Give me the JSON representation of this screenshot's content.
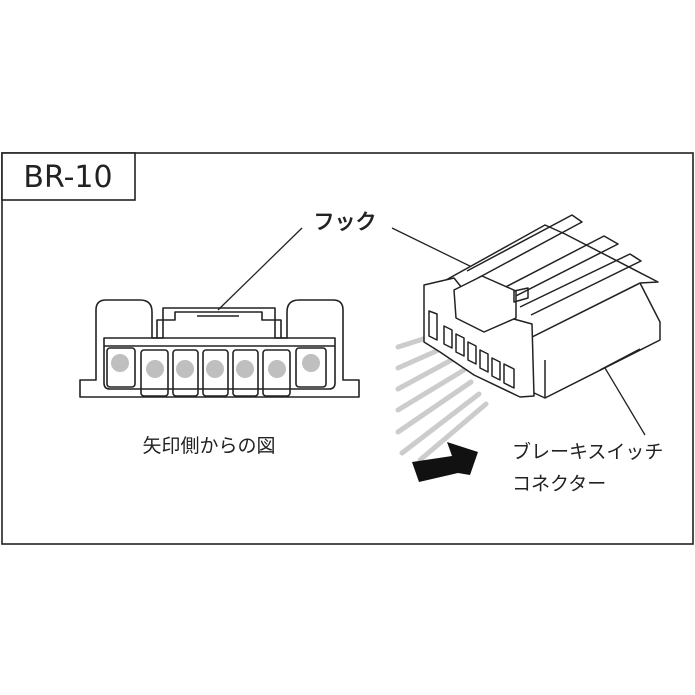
{
  "connector_id": "BR-10",
  "labels": {
    "hook": "フック",
    "view_caption": "矢印側からの図",
    "part_name_line1": "ブレーキスイッチ",
    "part_name_line2": "コネクター"
  }
}
